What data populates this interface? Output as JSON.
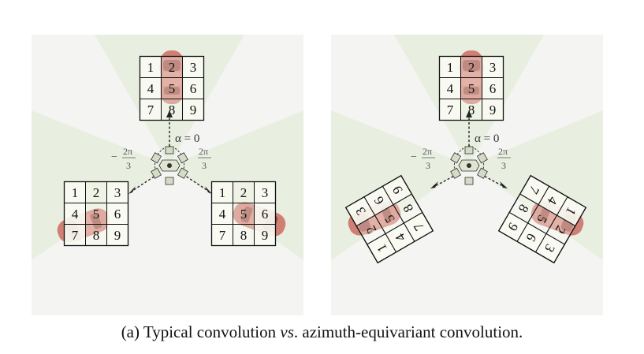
{
  "grid_labels": [
    "1",
    "2",
    "3",
    "4",
    "5",
    "6",
    "7",
    "8",
    "9"
  ],
  "angle_top": "α = 0",
  "angle_left": {
    "sign": "−",
    "num": "2π",
    "den": "3"
  },
  "angle_right": {
    "num": "2π",
    "den": "3"
  },
  "caption": {
    "prefix": "(a) Typical convolution ",
    "vs": "vs",
    "suffix": ". azimuth-equivariant convolution."
  },
  "colors": {
    "panel_bg": "#f4f4f2",
    "fov_green": "#e4eedb",
    "cell_fill": "#f8fbf2",
    "car_body": "#c9675c"
  }
}
